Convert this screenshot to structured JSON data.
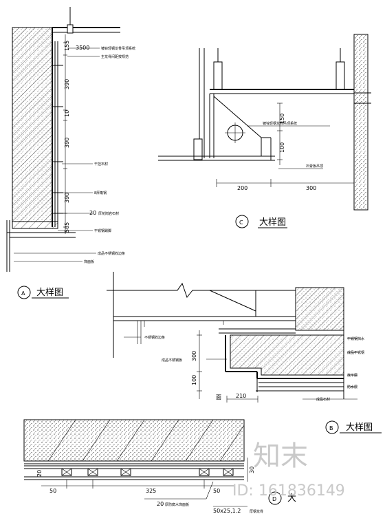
{
  "details": {
    "A": {
      "letter": "A",
      "title": "大样图"
    },
    "B": {
      "letter": "B",
      "title": "大样图"
    },
    "C": {
      "letter": "C",
      "title": "大样图"
    },
    "D": {
      "letter": "D",
      "title": "大"
    }
  },
  "detail_a_dims": {
    "d155": "155",
    "d3500": "3500",
    "d390a": "390",
    "d10": "10",
    "d390b": "390",
    "d390c": "390",
    "d505": "505"
  },
  "detail_a_notes": {
    "n1": "镀锌轻钢龙骨吊顶系统",
    "n2": "主龙骨间距按规范",
    "n3": "干挂石材",
    "n4": "8厚角钢",
    "n5_prefix": "20",
    "n5": "厚花岗岩石材",
    "n6": "不锈钢踢脚",
    "n7": "成品不锈钢收边条",
    "n8": "饰面板"
  },
  "detail_b_dims": {
    "d300": "300",
    "d100": "100",
    "d210": "210",
    "dface": "面"
  },
  "detail_b_notes": {
    "n1": "不锈钢收边条",
    "n2": "成品不锈钢板",
    "n3": "不锈钢挡水",
    "n4": "成品不锈钢",
    "n5": "找平层",
    "n6": "防水层",
    "n7": "成品石材"
  },
  "detail_c_dims": {
    "d150": "150",
    "d100": "100",
    "d200": "200",
    "d300": "300"
  },
  "detail_c_notes": {
    "n1": "镀锌轻钢龙骨吊顶系统",
    "n2": "石膏板吊顶"
  },
  "detail_d_dims": {
    "d50a": "50",
    "d325": "325",
    "d50b": "50",
    "d30": "30",
    "d20": "20"
  },
  "detail_d_notes": {
    "n1_prefix": "20",
    "n1": "厚防腐木饰面板",
    "n2": "50x25,1.2",
    "n3": "厚钢龙骨"
  },
  "watermark": {
    "brand": "知末",
    "id": "ID: 161836149"
  }
}
